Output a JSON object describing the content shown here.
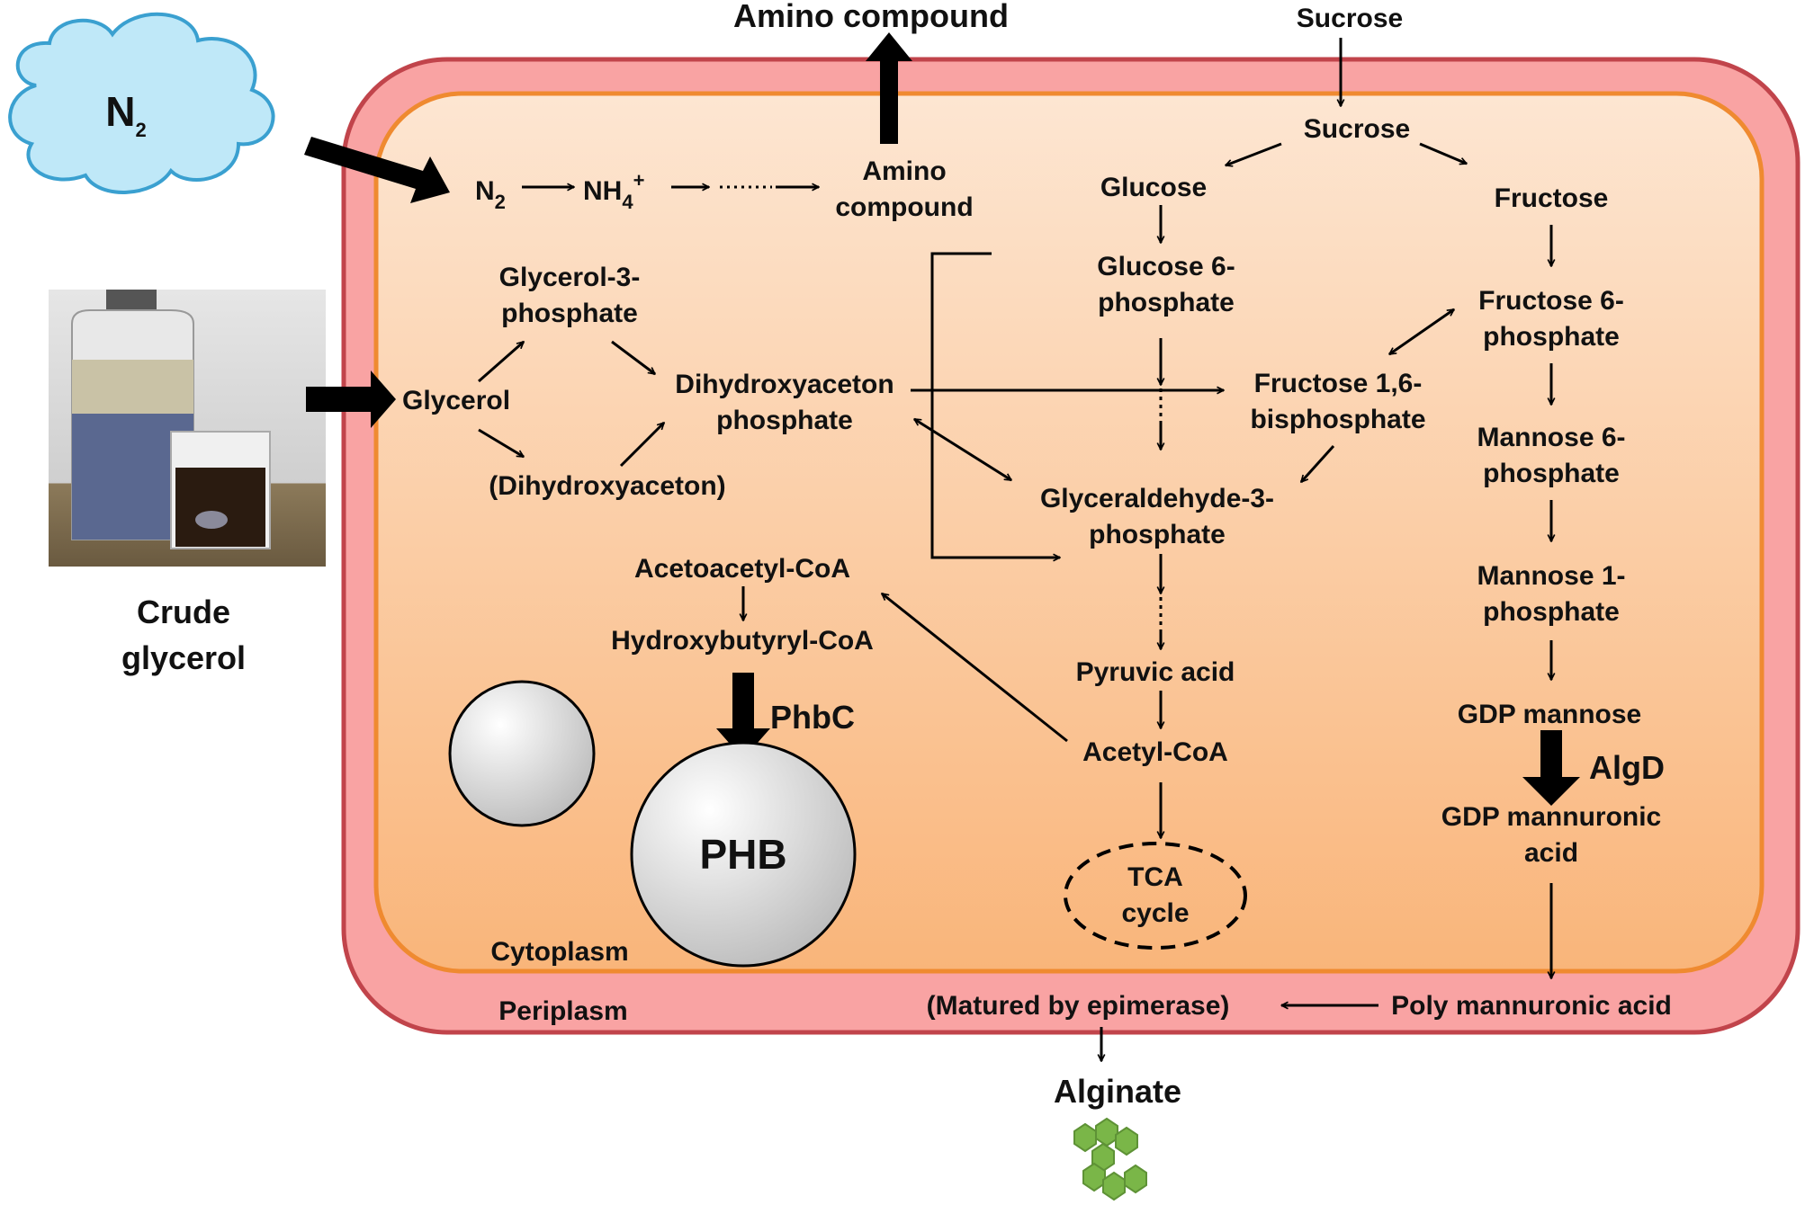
{
  "external": {
    "n2_cloud": "N",
    "n2_cloud_sub": "2",
    "crude_line1": "Crude",
    "crude_line2": "glycerol",
    "amino_top": "Amino compound",
    "sucrose_top": "Sucrose",
    "alginate": "Alginate"
  },
  "nitrogen": {
    "n2": "N",
    "n2_sub": "2",
    "nh4": "NH",
    "nh4_sub": "4",
    "nh4_sup": "+",
    "amino_line1": "Amino",
    "amino_line2": "compound"
  },
  "glycerol": {
    "glycerol": "Glycerol",
    "g3p_line1": "Glycerol-3-",
    "g3p_line2": "phosphate",
    "dha": "(Dihydroxyaceton)",
    "dhap_line1": "Dihydroxyaceton",
    "dhap_line2": "phosphate"
  },
  "glycolysis": {
    "sucrose": "Sucrose",
    "glucose": "Glucose",
    "g6p_line1": "Glucose 6-",
    "g6p_line2": "phosphate",
    "fbp_line1": "Fructose 1,6-",
    "fbp_line2": "bisphosphate",
    "gap_line1": "Glyceraldehyde-3-",
    "gap_line2": "phosphate",
    "pyruvate": "Pyruvic acid",
    "acetylcoa": "Acetyl-CoA",
    "tca_line1": "TCA",
    "tca_line2": "cycle"
  },
  "phb": {
    "acetoacetyl": "Acetoacetyl-CoA",
    "hydroxybutyryl": "Hydroxybutyryl-CoA",
    "enzyme": "PhbC",
    "granule": "PHB"
  },
  "alginate_path": {
    "fructose": "Fructose",
    "f6p_line1": "Fructose 6-",
    "f6p_line2": "phosphate",
    "m6p_line1": "Mannose 6-",
    "m6p_line2": "phosphate",
    "m1p_line1": "Mannose 1-",
    "m1p_line2": "phosphate",
    "gdp_mannose": "GDP mannose",
    "enzyme": "AlgD",
    "gdp_mannuronic_line1": "GDP mannuronic",
    "gdp_mannuronic_line2": "acid",
    "poly": "Poly mannuronic acid",
    "epimerase": "(Matured by epimerase)"
  },
  "compartments": {
    "cytoplasm": "Cytoplasm",
    "periplasm": "Periplasm"
  },
  "colors": {
    "periplasm_fill": "#f9a3a3",
    "periplasm_border": "#c1444b",
    "cytoplasm_fill": "#fbd0a6",
    "cytoplasm_border": "#ef8a30",
    "cloud_fill": "#bfe8f8",
    "cloud_border": "#3aa0d0",
    "granule_fill": "#d9d9d9",
    "alginate_green": "#7ab648"
  }
}
